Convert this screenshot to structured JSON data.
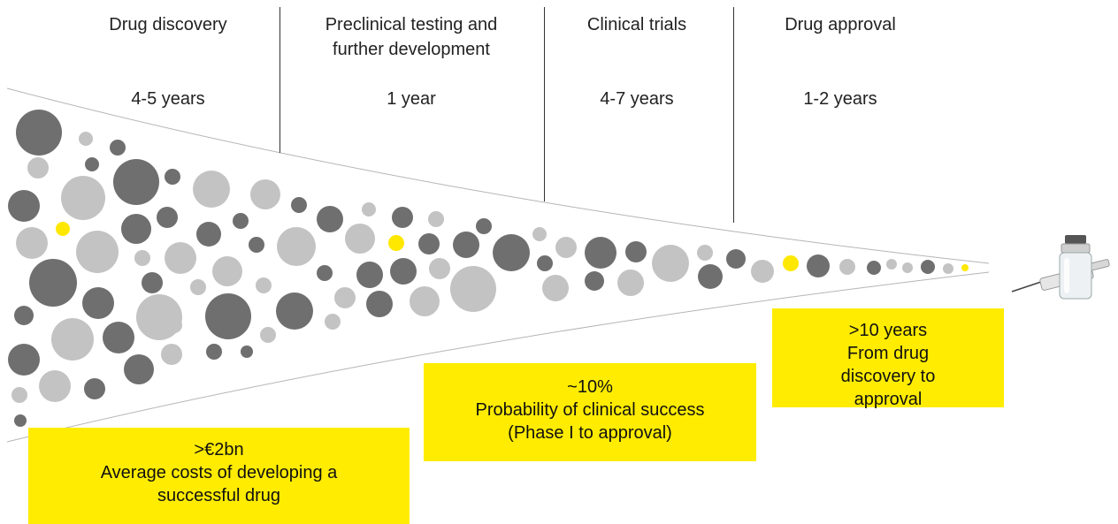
{
  "stages": [
    {
      "title": "Drug discovery",
      "duration": "4-5 years"
    },
    {
      "title": "Preclinical testing and further development",
      "duration": "1 year"
    },
    {
      "title": "Clinical trials",
      "duration": "4-7 years"
    },
    {
      "title": "Drug approval",
      "duration": "1-2 years"
    }
  ],
  "callouts": [
    {
      "headline": ">€2bn",
      "description": "Average costs of developing a successful drug"
    },
    {
      "headline": "~10%",
      "description": "Probability of clinical success (Phase I to approval)"
    },
    {
      "headline": ">10 years",
      "description": "From drug discovery to approval"
    }
  ],
  "colors": {
    "callout_bg": "#ffec00",
    "dark_circle": "#6f6f6f",
    "light_circle": "#c3c3c3",
    "highlight_circle": "#ffe800",
    "divider": "#333333"
  },
  "icons": {
    "end_product": "vaccine-vial-and-syringe-icon"
  }
}
